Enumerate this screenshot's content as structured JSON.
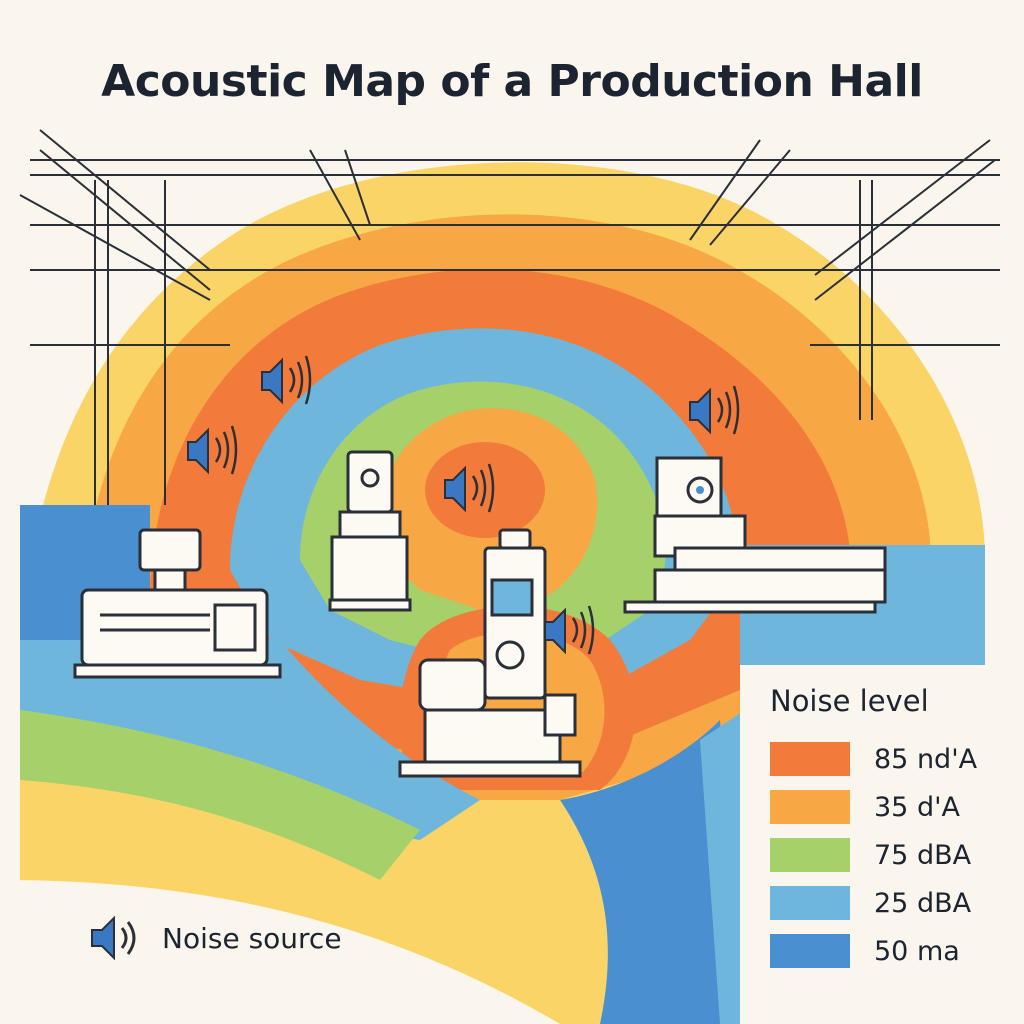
{
  "title": "Acoustic Map of a Production Hall",
  "legend": {
    "title": "Noise level",
    "items": [
      {
        "label": "85 nd'A",
        "color": "#f27a3a"
      },
      {
        "label": "35 d'A",
        "color": "#f7a845"
      },
      {
        "label": "75 dBA",
        "color": "#a6d16a"
      },
      {
        "label": "25 dBA",
        "color": "#6fb6dd"
      },
      {
        "label": "50 ma",
        "color": "#4a8fd0"
      }
    ]
  },
  "source_key": {
    "label": "Noise source",
    "icon": "speaker-icon"
  },
  "colors": {
    "background": "#faf6ee",
    "red": "#f27a3a",
    "orange": "#f7a845",
    "yellow": "#fbd468",
    "green": "#a6d16a",
    "light_blue": "#6fb6dd",
    "blue": "#4a8fd0",
    "ink": "#1b2430",
    "speaker": "#3b78c4"
  }
}
